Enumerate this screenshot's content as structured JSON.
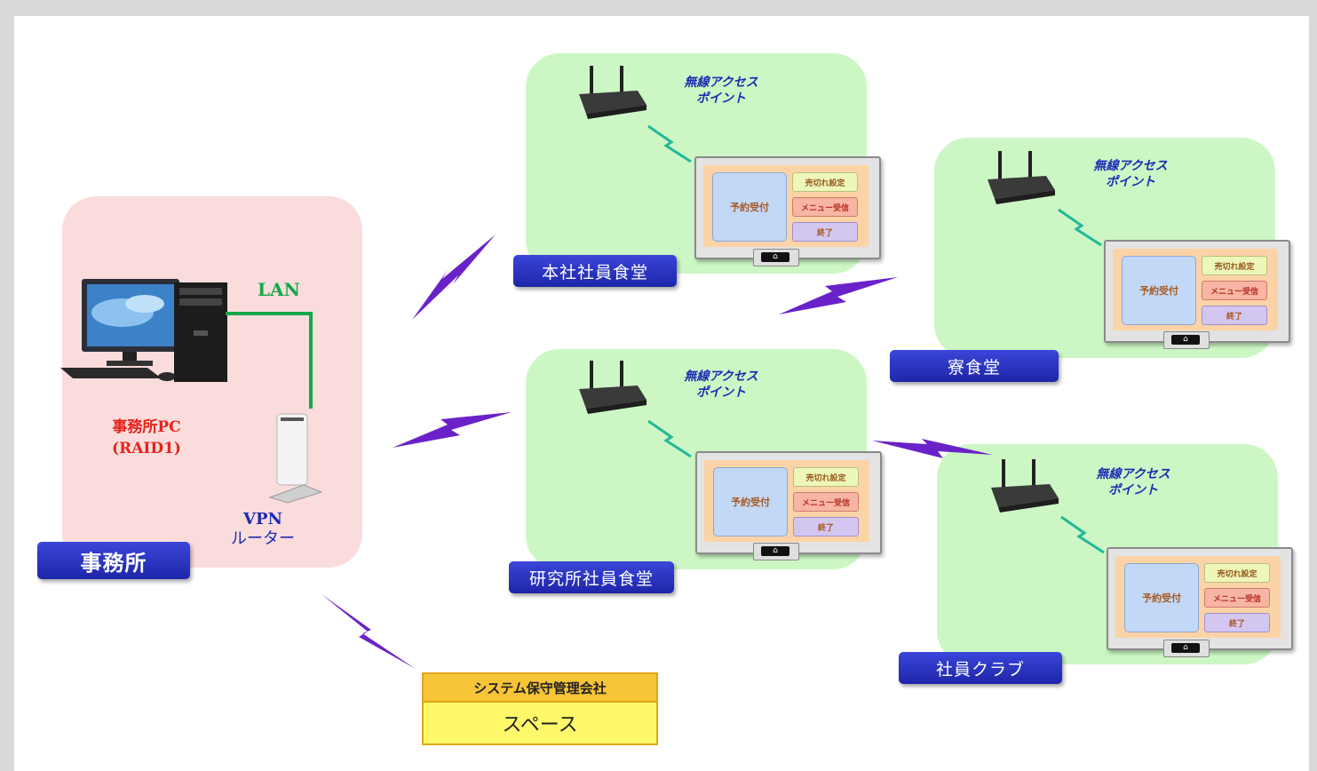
{
  "office": {
    "name": "事務所",
    "lan_label": "LAN",
    "pc_label": "事務所PC",
    "pc_sub": "(RAID1)",
    "vpn_label": "VPN",
    "vpn_sub": "ルーター"
  },
  "access_point": {
    "line1": "無線アクセス",
    "line2": "ポイント"
  },
  "terminal": {
    "main_button": "予約受付",
    "sold_out_button": "売切れ設定",
    "menu_button": "メニュー受信",
    "end_button": "終了",
    "reader_glyph": "⌂"
  },
  "sites": [
    {
      "name": "本社社員食堂"
    },
    {
      "name": "寮食堂"
    },
    {
      "name": "研究所社員食堂"
    },
    {
      "name": "社員クラブ"
    }
  ],
  "maintenance": {
    "title": "システム保守管理会社",
    "body": "スペース"
  },
  "colors": {
    "office_zone": "#fadcdc",
    "site_zone": "#ccf7c4",
    "tag": "#2a34c4",
    "lightning": "#6a22c8",
    "wireless": "#22b89a",
    "lan_line": "#13a84a"
  }
}
